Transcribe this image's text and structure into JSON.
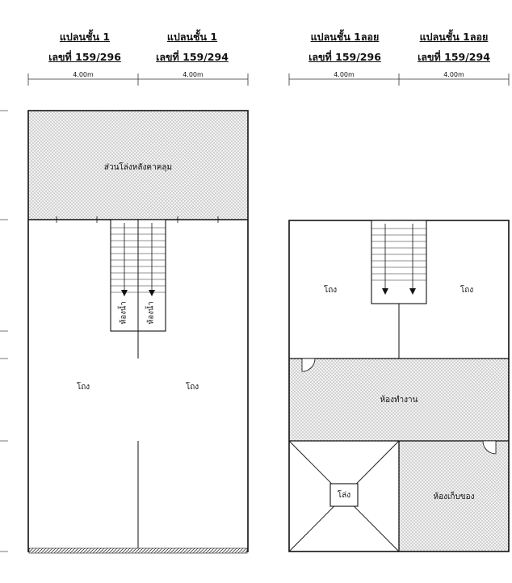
{
  "titles": [
    {
      "line1": "แปลนชั้น 1",
      "line2": "เลขที่ 159/296"
    },
    {
      "line1": "แปลนชั้น 1",
      "line2": "เลขที่ 159/294"
    },
    {
      "line1": "แปลนชั้น 1ลอย",
      "line2": "เลขที่ 159/296"
    },
    {
      "line1": "แปลนชั้น 1ลอย",
      "line2": "เลขที่ 159/294"
    }
  ],
  "dimensions": {
    "ground_left": "4.00m",
    "ground_right": "4.00m",
    "mezz_left": "4.00m",
    "mezz_right": "4.00m"
  },
  "ground_floor": {
    "rear_yard": "ส่วนโล่งหลังคาคลุม",
    "wc_left": "ห้องน้ำ",
    "wc_right": "ห้องน้ำ",
    "hall_left": "โถง",
    "hall_right": "โถง"
  },
  "mezzanine": {
    "hall_left": "โถง",
    "hall_right": "โถง",
    "workroom": "ห้องทำงาน",
    "void": "โล่ง",
    "storeroom": "ห้องเก็บของ"
  }
}
